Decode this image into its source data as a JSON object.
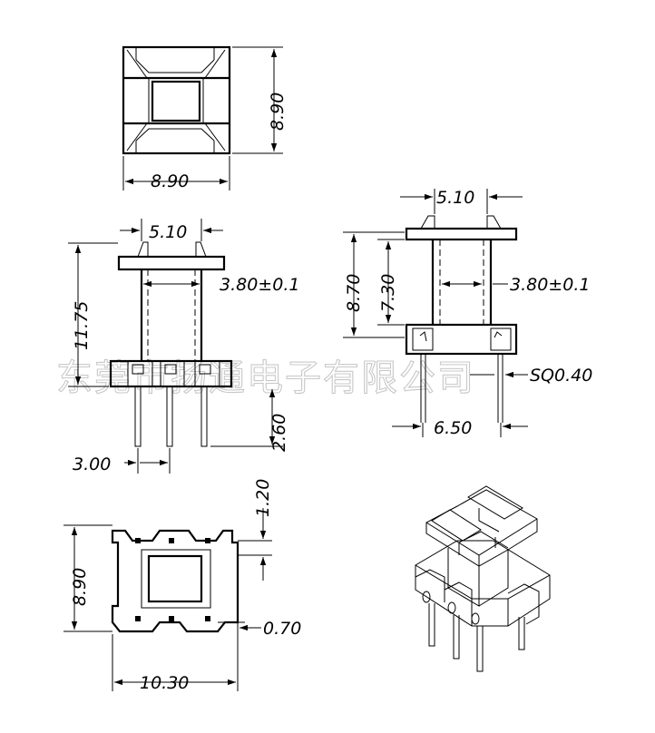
{
  "watermark": "东莞市扬通电子有限公司",
  "top_view": {
    "width_label": "8.90",
    "height_label": "8.90"
  },
  "front_view": {
    "top_width_label": "5.10",
    "core_label": "3.80±0.1",
    "height_label": "11.75",
    "pin_length_label": "2.60",
    "pin_pitch_label": "3.00"
  },
  "side_view": {
    "top_width_label": "5.10",
    "outer_height_label": "8.70",
    "inner_height_label": "7.30",
    "core_label": "3.80±0.1",
    "pin_label": "SQ0.40",
    "pin_span_label": "6.50"
  },
  "bottom_view": {
    "offset_label": "1.20",
    "height_label": "8.90",
    "slot_label": "0.70",
    "width_label": "10.30"
  },
  "iso_view": {}
}
